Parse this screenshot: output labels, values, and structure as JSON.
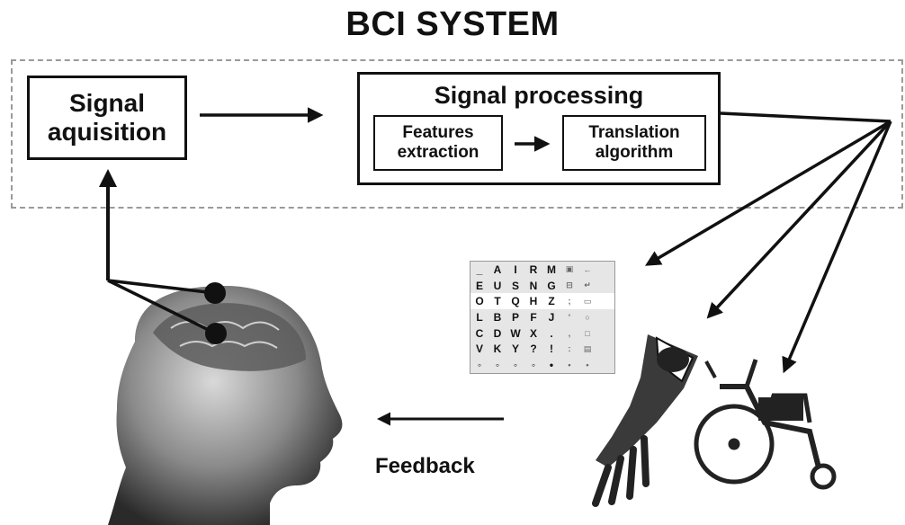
{
  "title": "BCI SYSTEM",
  "acquisition": {
    "line1": "Signal",
    "line2": "aquisition"
  },
  "processing": {
    "title": "Signal processing",
    "features": {
      "line1": "Features",
      "line2": "extraction"
    },
    "translation": {
      "line1": "Translation",
      "line2": "algorithm"
    }
  },
  "feedback": "Feedback",
  "speller": {
    "rows": [
      [
        "_",
        "A",
        "I",
        "R",
        "M",
        "▣",
        "←",
        ""
      ],
      [
        "E",
        "U",
        "S",
        "N",
        "G",
        "⊟",
        "↵",
        ""
      ],
      [
        "O",
        "T",
        "Q",
        "H",
        "Z",
        ";",
        "▭",
        ""
      ],
      [
        "L",
        "B",
        "P",
        "F",
        "J",
        "'",
        "○",
        ""
      ],
      [
        "C",
        "D",
        "W",
        "X",
        ".",
        ",",
        "□",
        ""
      ],
      [
        "V",
        "K",
        "Y",
        "?",
        "!",
        ":",
        "▤",
        ""
      ],
      [
        "◦",
        "◦",
        "◦",
        "◦",
        "•",
        "•",
        "•",
        ""
      ]
    ]
  }
}
